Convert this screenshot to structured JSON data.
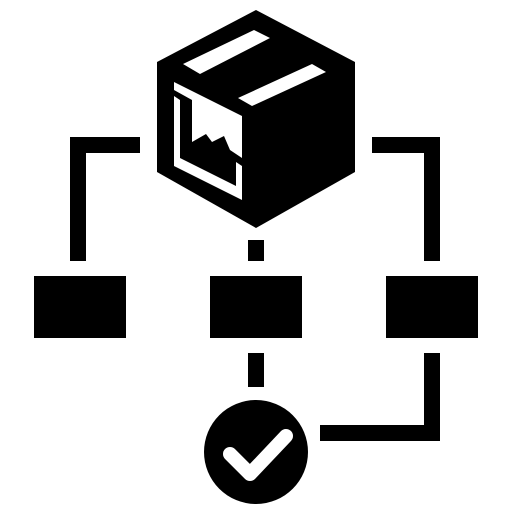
{
  "icon": {
    "name": "package-distribution-flow-icon",
    "parts": {
      "package": "package-box-icon",
      "nodes": [
        "left-node",
        "center-node",
        "right-node"
      ],
      "status": "check-circle-icon"
    }
  },
  "colors": {
    "foreground": "#000000",
    "background": "#ffffff"
  }
}
